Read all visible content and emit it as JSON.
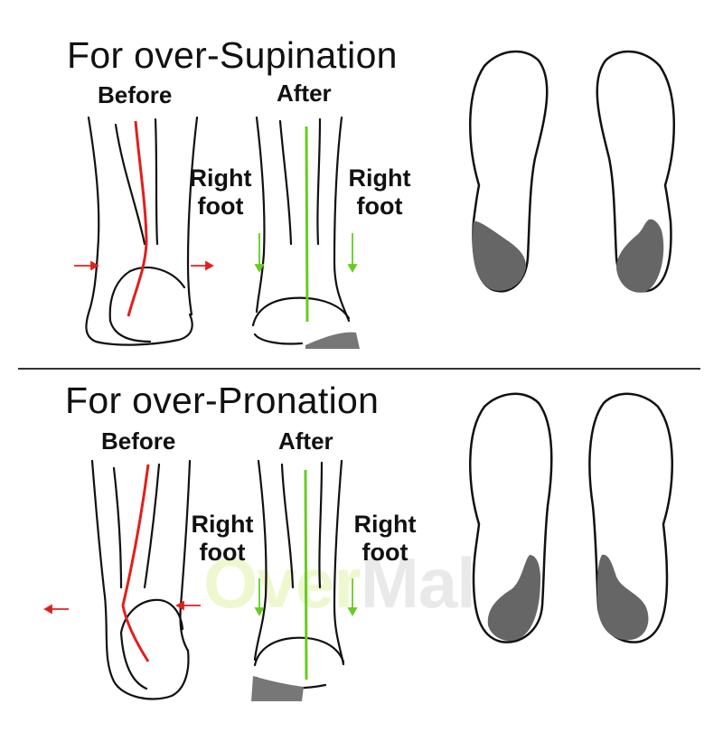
{
  "colors": {
    "outline": "#111111",
    "red_line": "#e0201c",
    "green_line": "#66cc22",
    "heel_pad": "#666666",
    "wedge": "#777777"
  },
  "watermark": {
    "part1": "Over",
    "part2": "Mall"
  },
  "top": {
    "heading": "For over-Supination",
    "before_label": "Before",
    "after_label": "After",
    "left_foot_label": {
      "line1": "Right",
      "line2": "foot"
    },
    "right_foot_label": {
      "line1": "Right",
      "line2": "foot"
    }
  },
  "bottom": {
    "heading": "For over-Pronation",
    "before_label": "Before",
    "after_label": "After",
    "left_foot_label": {
      "line1": "Right",
      "line2": "foot"
    },
    "right_foot_label": {
      "line1": "Right",
      "line2": "foot"
    }
  }
}
